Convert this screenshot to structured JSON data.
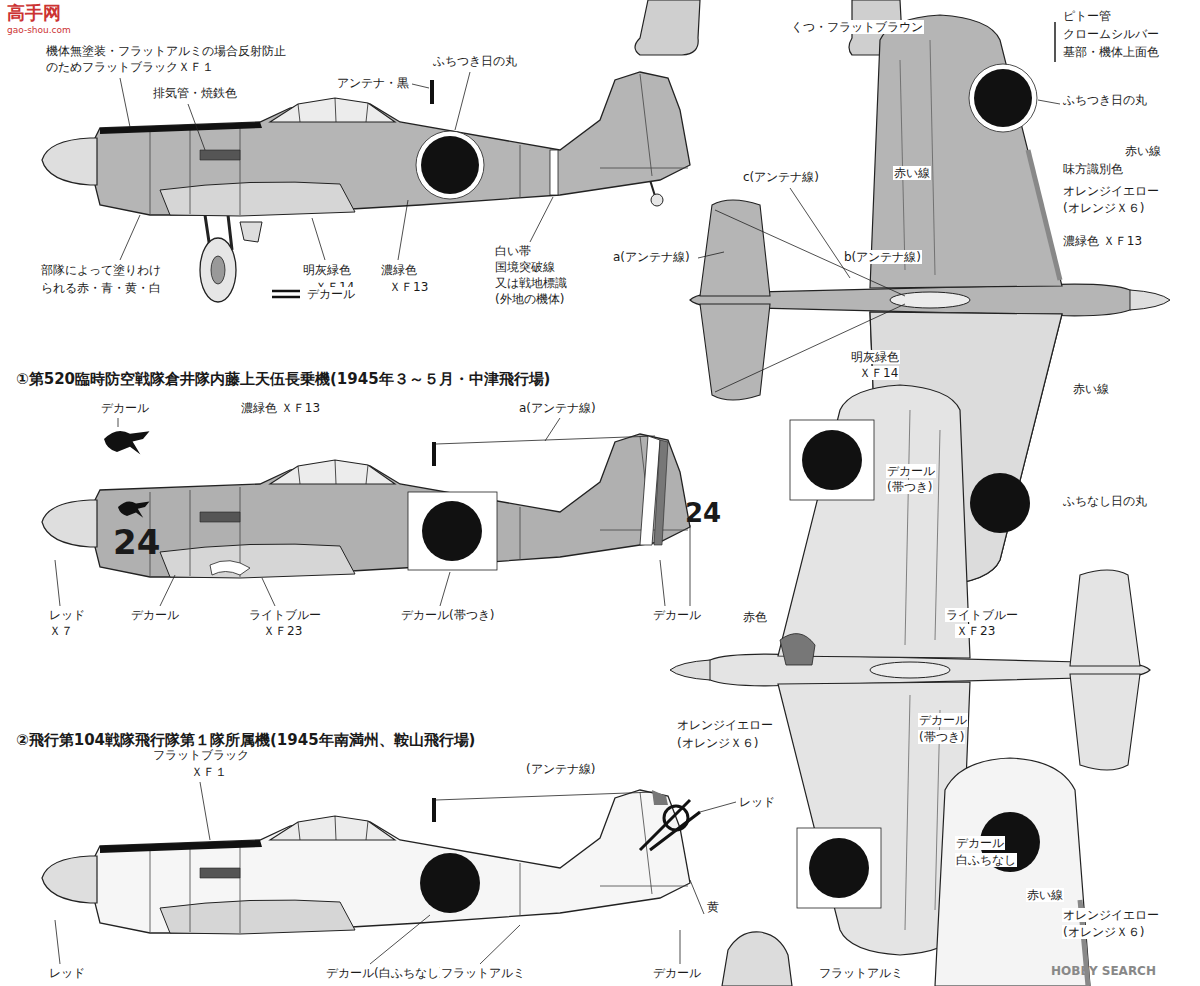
{
  "diagram": {
    "labels": [
      "高手网",
      "gao-shou.com",
      "機体無塗装・フラットアルミの場合反射防止",
      "のためフラットブラックＸＦ１",
      "排気管・焼鉄色",
      "アンテナ・黒",
      "ふちつき日の丸",
      "くつ・フラットブラウン",
      "ピトー管",
      "クロームシルバー",
      "基部・機体上面色",
      "ふちつき日の丸",
      "赤い線",
      "味方識別色",
      "赤い線",
      "オレンジイエロー",
      "(オレンジＸ６)",
      "濃緑色 ＸＦ13",
      "c(アンテナ線)",
      "a(アンテナ線)",
      "b(アンテナ線)",
      "部隊によって塗りわけ",
      "られる赤・青・黄・白",
      "明灰緑色",
      "ＸＦ14",
      "濃緑色",
      "ＸＦ13",
      "デカール",
      "白い帯",
      "国境突破線",
      "又は戦地標識",
      "(外地の機体)",
      "明灰緑色",
      "ＸＦ14",
      "赤い線",
      "ふちなし日の丸",
      "①第520臨時防空戦隊倉井隊内藤上天伍長乗機(1945年３～５月・中津飛行場)",
      "デカール",
      "濃緑色 ＸＦ13",
      "a(アンテナ線)",
      "24",
      "24",
      "デカール",
      "(帯つき)",
      "レッド",
      "Ｘ７",
      "デカール",
      "ライトブルー",
      "ＸＦ23",
      "デカール(帯つき)",
      "デカール",
      "赤色",
      "ライトブルー",
      "ＸＦ23",
      "オレンジイエロー",
      "(オレンジＸ６)",
      "デカール",
      "(帯つき)",
      "②飛行第104戦隊飛行隊第１隊所属機(1945年南満州、鞍山飛行場)",
      "フラットブラック",
      "ＸＦ１",
      "(アンテナ線)",
      "レッド",
      "黄",
      "デカール",
      "白ふちなし",
      "赤い線",
      "オレンジイエロー",
      "(オレンジＸ６)",
      "レッド",
      "デカール(白ふちなし)",
      "フラットアルミ",
      "デカール",
      "フラットアルミ",
      "HOBBY SEARCH"
    ]
  }
}
